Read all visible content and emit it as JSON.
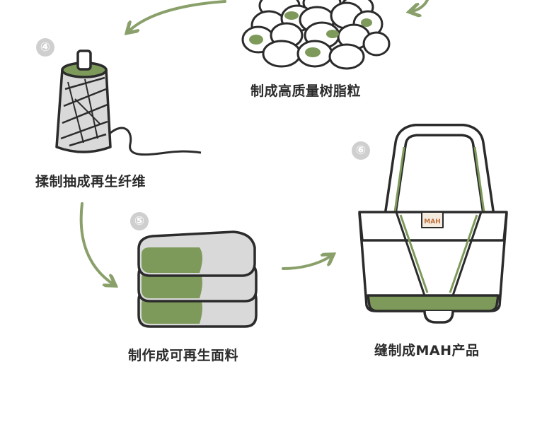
{
  "steps": [
    {
      "number": "④",
      "label": "揉制抽成再生纤维"
    },
    {
      "number": "⑤",
      "label": "制作成可再生面料"
    },
    {
      "number": "⑥",
      "label": "缝制成MAH产品"
    }
  ],
  "pellets_label": "制成高质量树脂粒",
  "bag_tag": "MAH",
  "colors": {
    "accent_green": "#7d9a5b",
    "outline": "#2b2b2b",
    "light_gray": "#d9d9d9",
    "badge_gray": "#cfcfcf"
  }
}
